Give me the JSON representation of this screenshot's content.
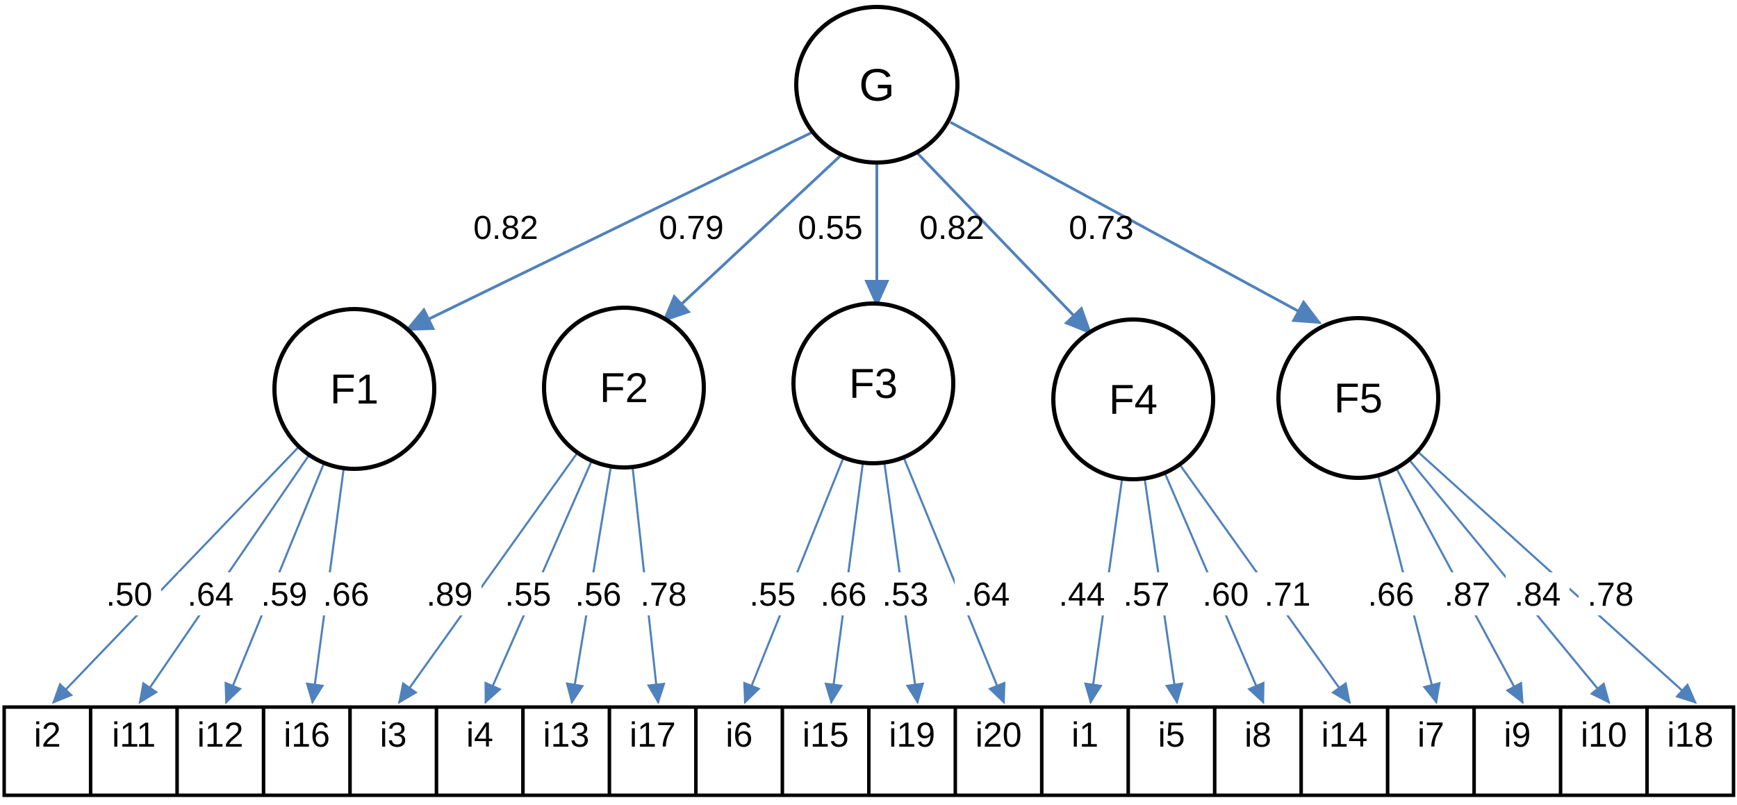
{
  "figure": {
    "general_factor": {
      "label": "G"
    },
    "factors": [
      {
        "label": "F1",
        "g_loading": "0.82",
        "items": [
          {
            "label": "i2",
            "loading": ".50"
          },
          {
            "label": "i11",
            "loading": ".64"
          },
          {
            "label": "i12",
            "loading": ".59"
          },
          {
            "label": "i16",
            "loading": ".66"
          }
        ]
      },
      {
        "label": "F2",
        "g_loading": "0.79",
        "items": [
          {
            "label": "i3",
            "loading": ".89"
          },
          {
            "label": "i4",
            "loading": ".55"
          },
          {
            "label": "i13",
            "loading": ".56"
          },
          {
            "label": "i17",
            "loading": ".78"
          }
        ]
      },
      {
        "label": "F3",
        "g_loading": "0.55",
        "items": [
          {
            "label": "i6",
            "loading": ".55"
          },
          {
            "label": "i15",
            "loading": ".66"
          },
          {
            "label": "i19",
            "loading": ".53"
          },
          {
            "label": "i20",
            "loading": ".64"
          }
        ]
      },
      {
        "label": "F4",
        "g_loading": "0.82",
        "items": [
          {
            "label": "i1",
            "loading": ".44"
          },
          {
            "label": "i5",
            "loading": ".57"
          },
          {
            "label": "i8",
            "loading": ".60"
          },
          {
            "label": "i14",
            "loading": ".71"
          }
        ]
      },
      {
        "label": "F5",
        "g_loading": "0.73",
        "items": [
          {
            "label": "i7",
            "loading": ".66"
          },
          {
            "label": "i9",
            "loading": ".87"
          },
          {
            "label": "i10",
            "loading": ".84"
          },
          {
            "label": "i18",
            "loading": ".78"
          }
        ]
      }
    ],
    "colors": {
      "arrow": "#4f81bd",
      "node_border": "#000000",
      "text": "#000000",
      "background": "#ffffff"
    }
  }
}
